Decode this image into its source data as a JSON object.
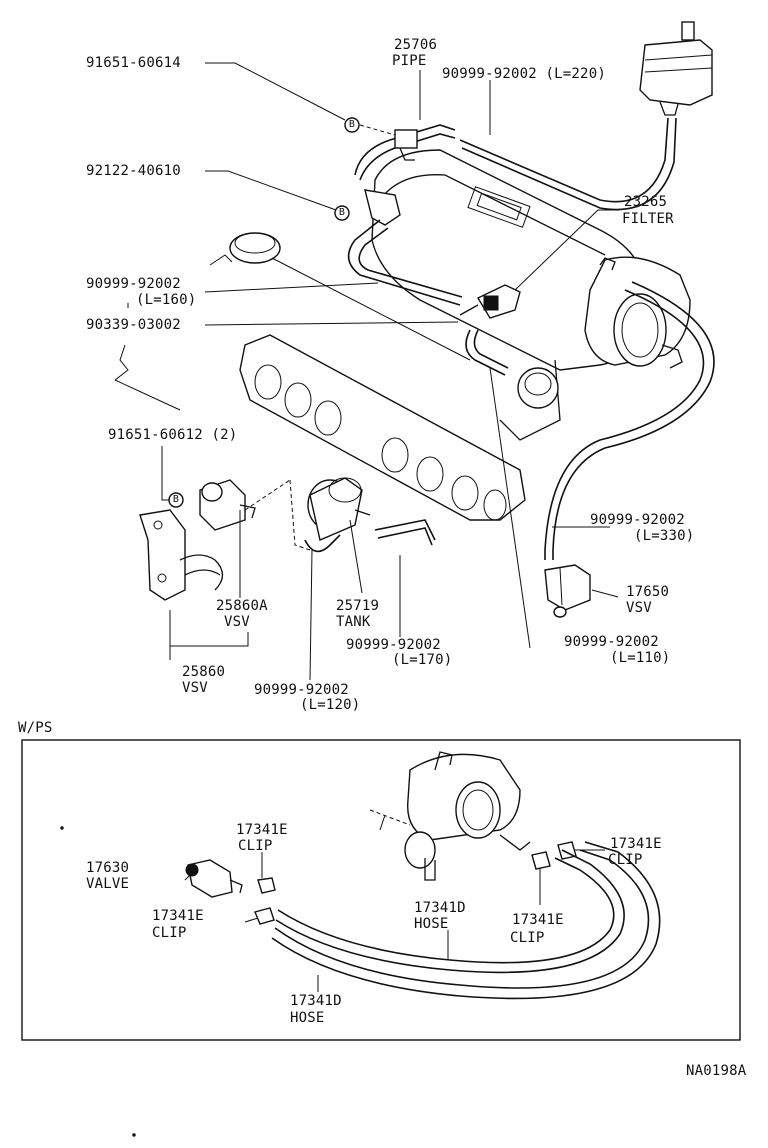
{
  "callouts": {
    "c91651_60614": "91651-60614",
    "c25706": "25706",
    "pipe": "PIPE",
    "c90999_l220": "90999-92002 (L=220)",
    "c92122_40610": "92122-40610",
    "c23265": "23265",
    "filter": "FILTER",
    "c90999_l160_a": "90999-92002",
    "c90999_l160_b": "(L=160)",
    "c90339": "90339-03002",
    "c91651_60612": "91651-60612 (2)",
    "c90999_l330_a": "90999-92002",
    "c90999_l330_b": "(L=330)",
    "c17650": "17650",
    "vsv_17650": "VSV",
    "c25860a": "25860A",
    "vsv_25860a": "VSV",
    "c25719": "25719",
    "tank": "TANK",
    "c90999_l170_a": "90999-92002",
    "c90999_l170_b": "(L=170)",
    "c90999_l110_a": "90999-92002",
    "c90999_l110_b": "(L=110)",
    "c25860": "25860",
    "vsv_25860": "VSV",
    "c90999_l120_a": "90999-92002",
    "c90999_l120_b": "(L=120)",
    "wps": "W/PS",
    "clip1_num": "17341E",
    "clip1_txt": "CLIP",
    "c17630": "17630",
    "valve": "VALVE",
    "clip2_num": "17341E",
    "clip2_txt": "CLIP",
    "hose1_num": "17341D",
    "hose1_txt": "HOSE",
    "clip3_num": "17341E",
    "clip3_txt": "CLIP",
    "clip4_num": "17341E",
    "clip4_txt": "CLIP",
    "hose2_num": "17341D",
    "hose2_txt": "HOSE",
    "figure_code": "NA0198A"
  },
  "markers": {
    "b": "B"
  }
}
